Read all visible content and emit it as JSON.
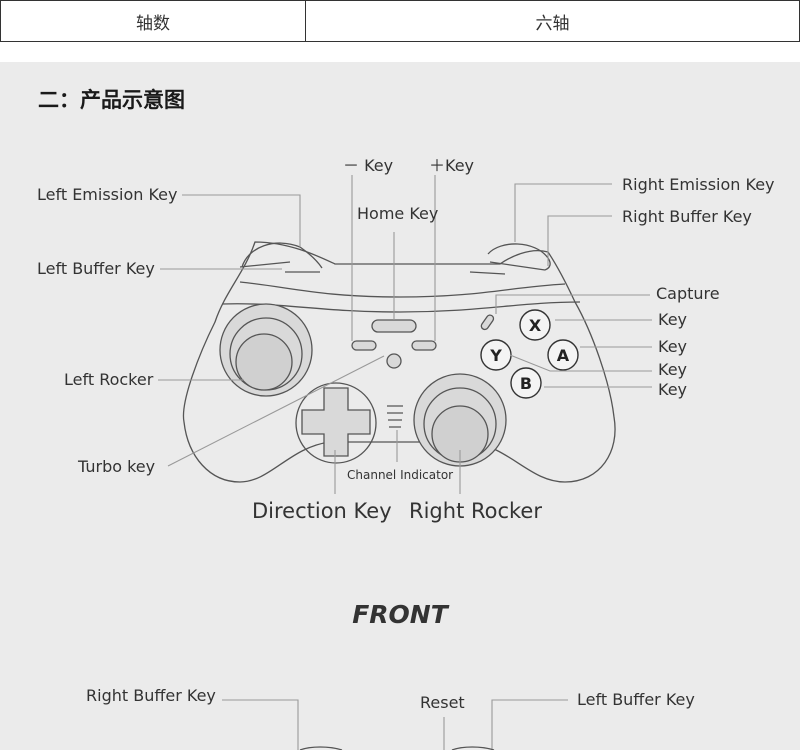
{
  "spec_table": {
    "label": "轴数",
    "value": "六轴"
  },
  "section_title": "二：产品示意图",
  "labels": {
    "minus_key": "－ Key",
    "plus_key": "＋Key",
    "home_key": "Home Key",
    "left_emission_key": "Left Emission Key",
    "left_buffer_key": "Left Buffer Key",
    "left_rocker": "Left Rocker",
    "turbo_key": "Turbo key",
    "right_emission_key": "Right Emission Key",
    "right_buffer_key": "Right Buffer Key",
    "capture": "Capture",
    "x_key": "Key",
    "a_key": "Key",
    "y_key": "Key",
    "b_key": "Key",
    "channel_indicator": "Channel Indicator",
    "direction_key": "Direction Key",
    "right_rocker": "Right Rocker"
  },
  "buttons": {
    "x": "X",
    "y": "Y",
    "a": "A",
    "b": "B"
  },
  "front_title": "FRONT",
  "top_view_labels": {
    "right_buffer_key": "Right Buffer Key",
    "reset": "Reset",
    "left_buffer_key": "Left Buffer Key"
  },
  "colors": {
    "panel_bg": "#ebebeb",
    "outline": "#555555",
    "leader": "#999999",
    "rocker": "#d9d9d9"
  }
}
